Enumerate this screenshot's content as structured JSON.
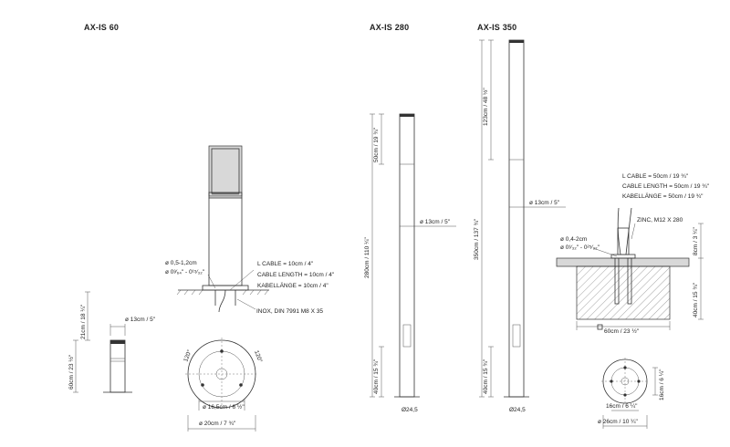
{
  "models": {
    "ax_is_60": "AX-IS 60",
    "ax_is_280": "AX-IS 280",
    "ax_is_350": "AX-IS 350"
  },
  "ax60": {
    "hole_line1": "ø 0,5-1,2cm",
    "hole_line2": "ø 0³⁄₆₄\" - 0¹⁵⁄₃₂\"",
    "cable_line1": "L CABLE = 10cm / 4\"",
    "cable_line2": "CABLE LENGTH = 10cm / 4\"",
    "cable_line3": "KABELLÄNGE = 10cm / 4\"",
    "inox": "INOX, DIN 7991 M8 X 35",
    "height_21": "21cm / 18 ¼\"",
    "height_60": "60cm / 23 ½\"",
    "diameter_13": "ø 13cm / 5\"",
    "angle_left": "120°",
    "angle_right": "120°",
    "diameter_16": "ø 16,5cm / 6 ½\"",
    "diameter_20": "ø 20cm / 7 ¾\""
  },
  "ax280": {
    "dim_50": "50cm / 19 ¾\"",
    "dim_280": "280cm / 110 ¼\"",
    "dim_40": "40cm / 15 ¾\"",
    "diameter_13": "ø 13cm / 5\"",
    "base": "Ø24,5"
  },
  "ax350": {
    "dim_123": "123cm / 48 ½\"",
    "dim_350": "350cm / 137 ¾\"",
    "dim_40": "40cm / 15 ¾\"",
    "diameter_13": "ø 13cm / 5\"",
    "base": "Ø24,5"
  },
  "foundation": {
    "cable_line1": "L CABLE = 50cm / 19 ¾\"",
    "cable_line2": "CABLE LENGTH = 50cm / 19 ¾\"",
    "cable_line3": "KABELLÄNGE = 50cm / 19 ¾\"",
    "zinc": "ZINC, M12 X 280",
    "hole_line1": "ø 0,4-2cm",
    "hole_line2": "ø 0¹⁄₃₂\" - 0²⁵⁄₃₂\"",
    "dim_8": "8cm / 3 ¼\"",
    "dim_40": "40cm / 15 ¾\"",
    "square_60": "60cm / 23 ½\"",
    "dim_16_vert": "16cm / 6 ¼\"",
    "dim_16_horiz": "16cm / 6 ¼\"",
    "diameter_26": "ø 26cm / 10 ¼\""
  }
}
